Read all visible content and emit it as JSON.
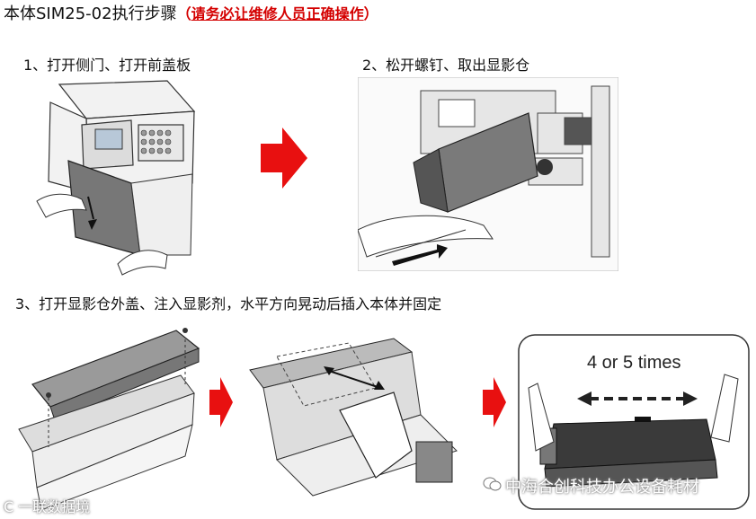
{
  "header": {
    "title_black": "本体SIM25-02执行步骤",
    "open_paren": "（",
    "warning": "请务必让维修人员正确操作",
    "close_paren": "）"
  },
  "steps": [
    {
      "label": "1、打开侧门、打开前盖板"
    },
    {
      "label": "2、松开螺钉、取出显影仓"
    },
    {
      "label": "3、打开显影仓外盖、注入显影剂，水平方向晃动后插入本体并固定"
    }
  ],
  "callout": {
    "text": "4 or 5 times"
  },
  "watermarks": {
    "right": "中海合创科技办公设备耗材",
    "left": "C 一联数据境"
  },
  "colors": {
    "arrow_red": "#e81010",
    "warning_red": "#d40000"
  },
  "icons": [
    "red-arrow-icon",
    "wechat-icon"
  ]
}
